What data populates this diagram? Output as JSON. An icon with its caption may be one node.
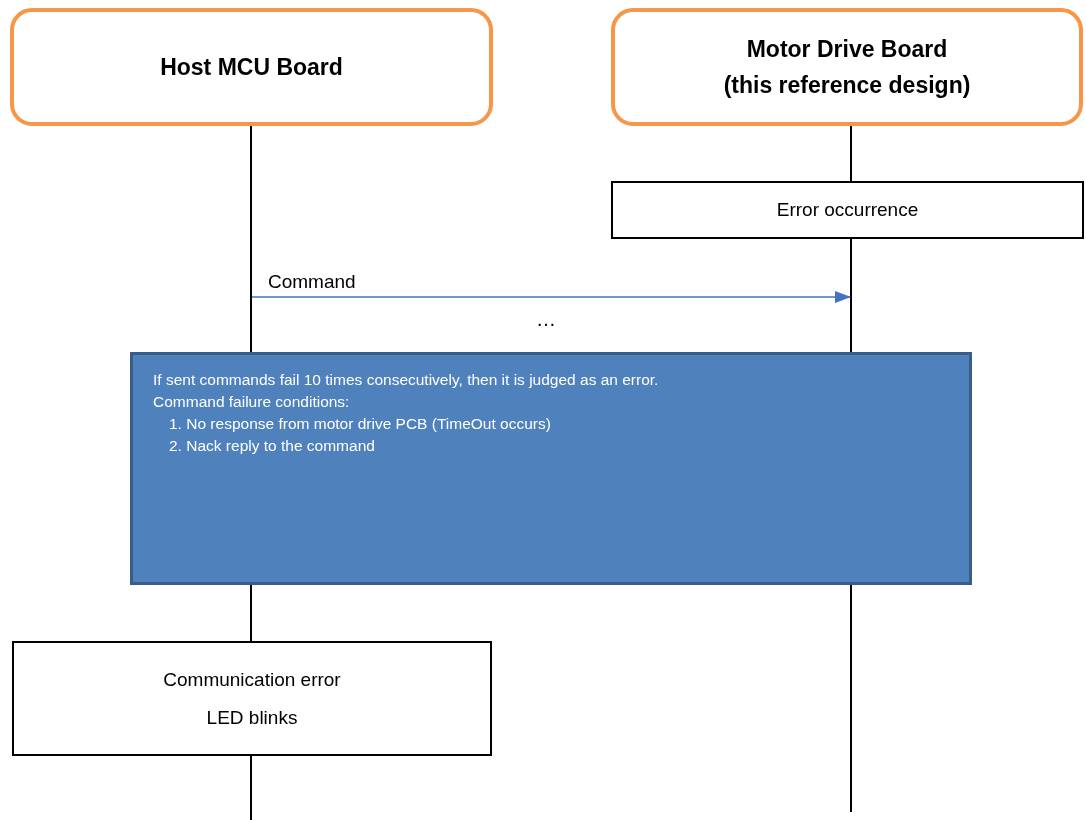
{
  "diagram": {
    "nodes": [
      {
        "text": [
          "Host MCU Board"
        ]
      },
      {
        "text": [
          "Motor Drive Board",
          "(this reference design)"
        ]
      },
      {
        "text": [
          "Error occurrence"
        ]
      },
      {
        "text": [
          "Communication error LED blinks"
        ]
      },
      {
        "text": [
          "If sent commands fail 10 times consecutively, then it is judged as an error.",
          "Command failure conditions:",
          "1. No response from motor drive PCB (TimeOut occurs)",
          "2. Nack reply to the command"
        ]
      },
      {
        "text": [],
        "shape": "bar"
      },
      {
        "text": [],
        "shape": "bar"
      },
      {
        "text": [],
        "shape": "bar"
      },
      {
        "text": [],
        "shape": "bar"
      },
      {
        "text": [],
        "shape": "bar"
      },
      {
        "text": [],
        "shape": "bar"
      }
    ],
    "edges": [
      {
        "from": 5,
        "to": 9,
        "arrow": "to",
        "label": "Command",
        "color": "#4472c4"
      }
    ],
    "labels": [
      "…"
    ]
  }
}
